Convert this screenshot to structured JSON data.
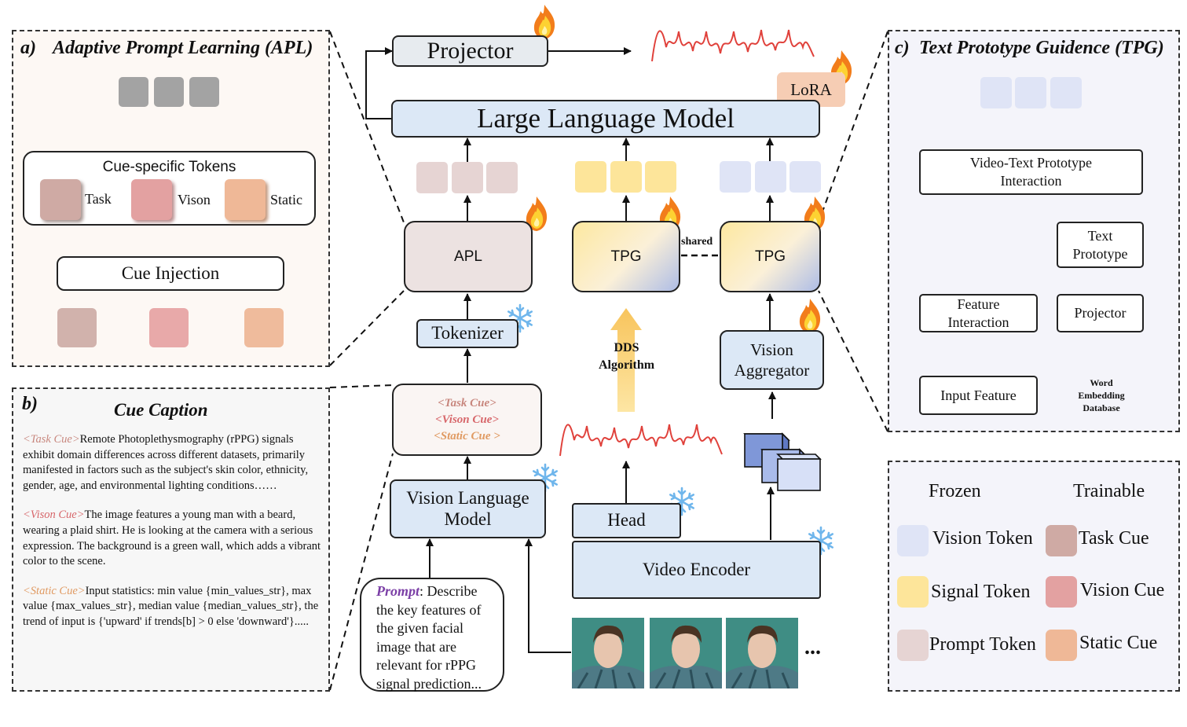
{
  "panel_a": {
    "label": "a)",
    "title": "Adaptive Prompt Learning (APL)",
    "cue_tokens_title": "Cue-specific Tokens",
    "task_label": "Task",
    "vision_label": "Vison",
    "static_label": "Static",
    "cue_injection": "Cue Injection"
  },
  "panel_b": {
    "label": "b)",
    "title": "Cue Caption",
    "task_tag": "<Task Cue>",
    "task_text": "Remote Photoplethysmography (rPPG) signals exhibit domain differences across different datasets, primarily manifested in factors such as the subject's skin color, ethnicity, gender, age, and environmental lighting conditions……",
    "vision_tag": "<Vison Cue>",
    "vision_text": "The image features a young man with a beard, wearing a plaid shirt. He is looking at the camera with a serious expression. The background is a green wall, which adds a vibrant color to the scene.",
    "static_tag": "<Static Cue>",
    "static_text": "Input statistics: min value {min_values_str}, max value {max_values_str}, median value {median_values_str}, the trend of input is {'upward' if trends[b] > 0 else 'downward'}....."
  },
  "panel_c": {
    "label": "c)",
    "title": "Text Prototype Guidence (TPG)",
    "interaction": "Video-Text Prototype Interaction",
    "text_prototype": "Text Prototype",
    "feature_interaction": "Feature Interaction",
    "projector": "Projector",
    "input_feature": "Input Feature",
    "database_l1": "Word",
    "database_l2": "Embedding",
    "database_l3": "Database"
  },
  "main": {
    "projector": "Projector",
    "llm": "Large Language Model",
    "lora": "LoRA",
    "apl": "APL",
    "tpg_left": "TPG",
    "tpg_right": "TPG",
    "shared": "shared",
    "tokenizer": "Tokenizer",
    "cue_box_task": "<Task Cue>",
    "cue_box_vision": "<Vison Cue>",
    "cue_box_static": "<Static Cue >",
    "vlm": "Vision Language Model",
    "dds_line1": "DDS",
    "dds_line2": "Algorithm",
    "vision_aggregator": "Vision Aggregator",
    "head": "Head",
    "video_encoder": "Video Encoder",
    "prompt_label": "Prompt",
    "prompt_text": ": Describe the key features of the given facial image that are relevant for rPPG signal prediction...",
    "ellipsis": "..."
  },
  "legend": {
    "frozen": "Frozen",
    "trainable": "Trainable",
    "vision_token": "Vision Token",
    "task_cue": "Task Cue",
    "signal_token": "Signal Token",
    "vision_cue": "Vision Cue",
    "prompt_token": "Prompt Token",
    "static_cue": "Static Cue"
  },
  "colors": {
    "task_cue": "#cfaaa4",
    "vision_cue": "#e3a1a1",
    "static_cue": "#efb897",
    "vision_token": "#dfe4f6",
    "signal_token": "#fde59a",
    "prompt_token": "#e6d4d3",
    "output_token": "#a3a3a3",
    "blue_box": "#dce8f6",
    "signal_wave": "#e0413b",
    "dds_arrow": "#f8c45c"
  }
}
